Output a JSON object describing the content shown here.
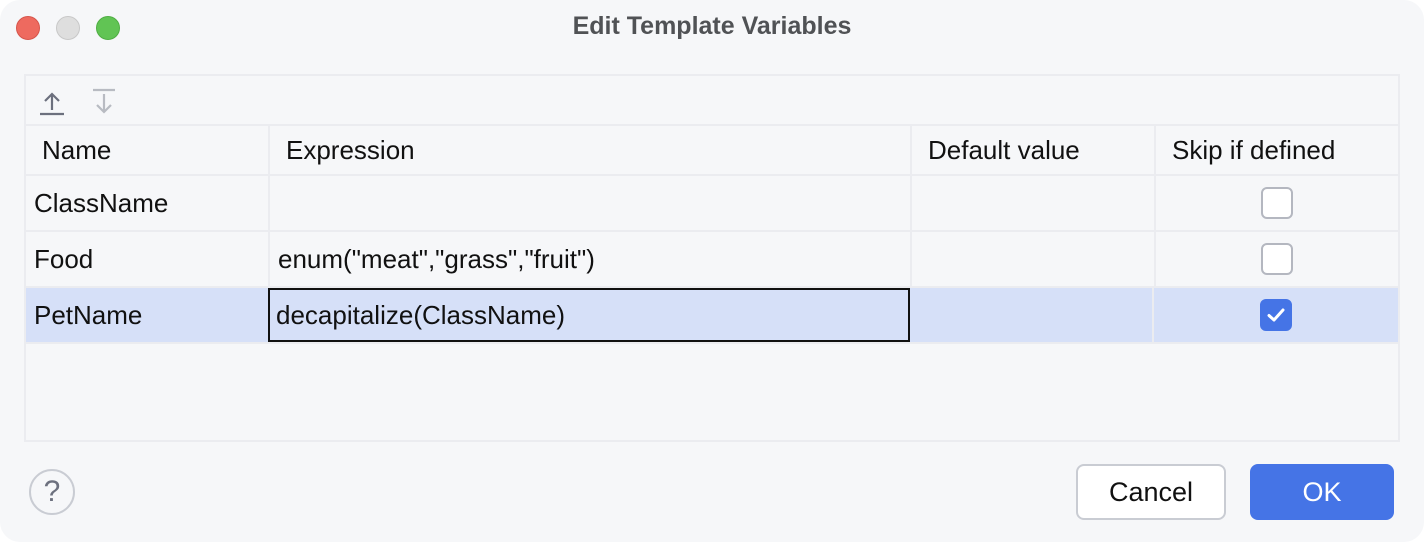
{
  "window": {
    "title": "Edit Template Variables",
    "controls": [
      "close",
      "minimize",
      "maximize"
    ]
  },
  "toolbar": {
    "move_up_icon": "arrow-up-to-line-icon",
    "move_down_icon": "arrow-down-from-line-icon"
  },
  "table": {
    "columns": [
      "Name",
      "Expression",
      "Default value",
      "Skip if defined"
    ],
    "rows": [
      {
        "name": "ClassName",
        "expression": "",
        "default_value": "",
        "skip_if_defined": false
      },
      {
        "name": "Food",
        "expression": "enum(\"meat\",\"grass\",\"fruit\")",
        "default_value": "",
        "skip_if_defined": false
      },
      {
        "name": "PetName",
        "expression": "decapitalize(ClassName)",
        "default_value": "",
        "skip_if_defined": true,
        "selected": true,
        "editing_column": "Expression"
      }
    ]
  },
  "footer": {
    "help_label": "?",
    "cancel_label": "Cancel",
    "ok_label": "OK"
  },
  "colors": {
    "accent": "#4574e6",
    "selection": "#d6e0f8",
    "background": "#f6f7f9"
  }
}
